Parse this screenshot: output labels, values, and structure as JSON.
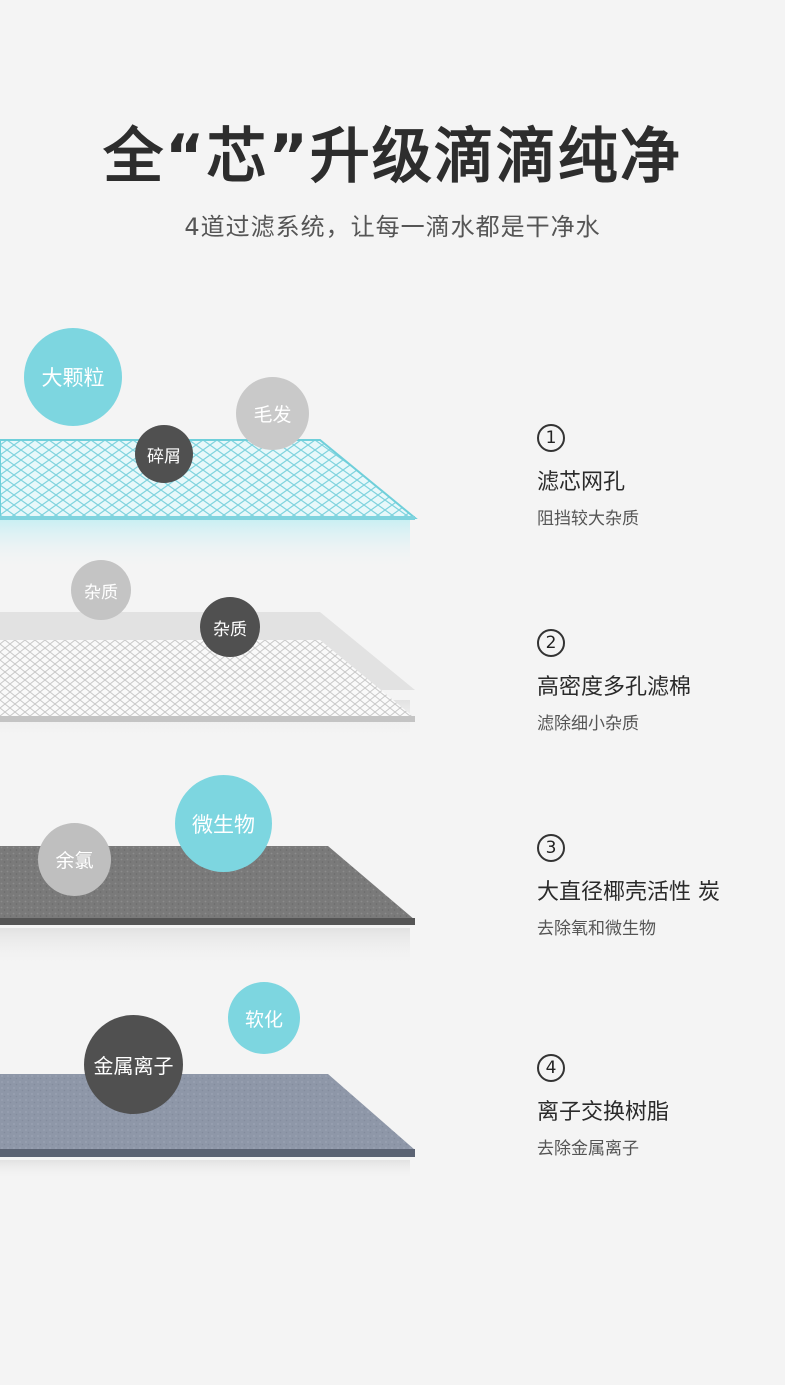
{
  "header": {
    "title": "全“芯”升级滴滴纯净",
    "subtitle": "4道过滤系统，让每一滴水都是干净水"
  },
  "colors": {
    "accent_cyan": "#7dd6e0",
    "dark_gray": "#505050",
    "light_gray": "#bdbdbd",
    "background": "#f4f4f4"
  },
  "layers": [
    {
      "number": "1",
      "name": "滤芯网孔",
      "desc": "阻挡较大杂质",
      "bubbles": [
        "大颗粒",
        "毛发",
        "碎屑"
      ]
    },
    {
      "number": "2",
      "name": "高密度多孔滤棉",
      "desc": "滤除细小杂质",
      "bubbles": [
        "杂质",
        "杂质"
      ]
    },
    {
      "number": "3",
      "name": "大直径椰壳活性 炭",
      "desc": "去除氧和微生物",
      "bubbles": [
        "余氯",
        "微生物"
      ]
    },
    {
      "number": "4",
      "name": "离子交换树脂",
      "desc": "去除金属离子",
      "bubbles": [
        "软化",
        "金属离子"
      ]
    }
  ]
}
